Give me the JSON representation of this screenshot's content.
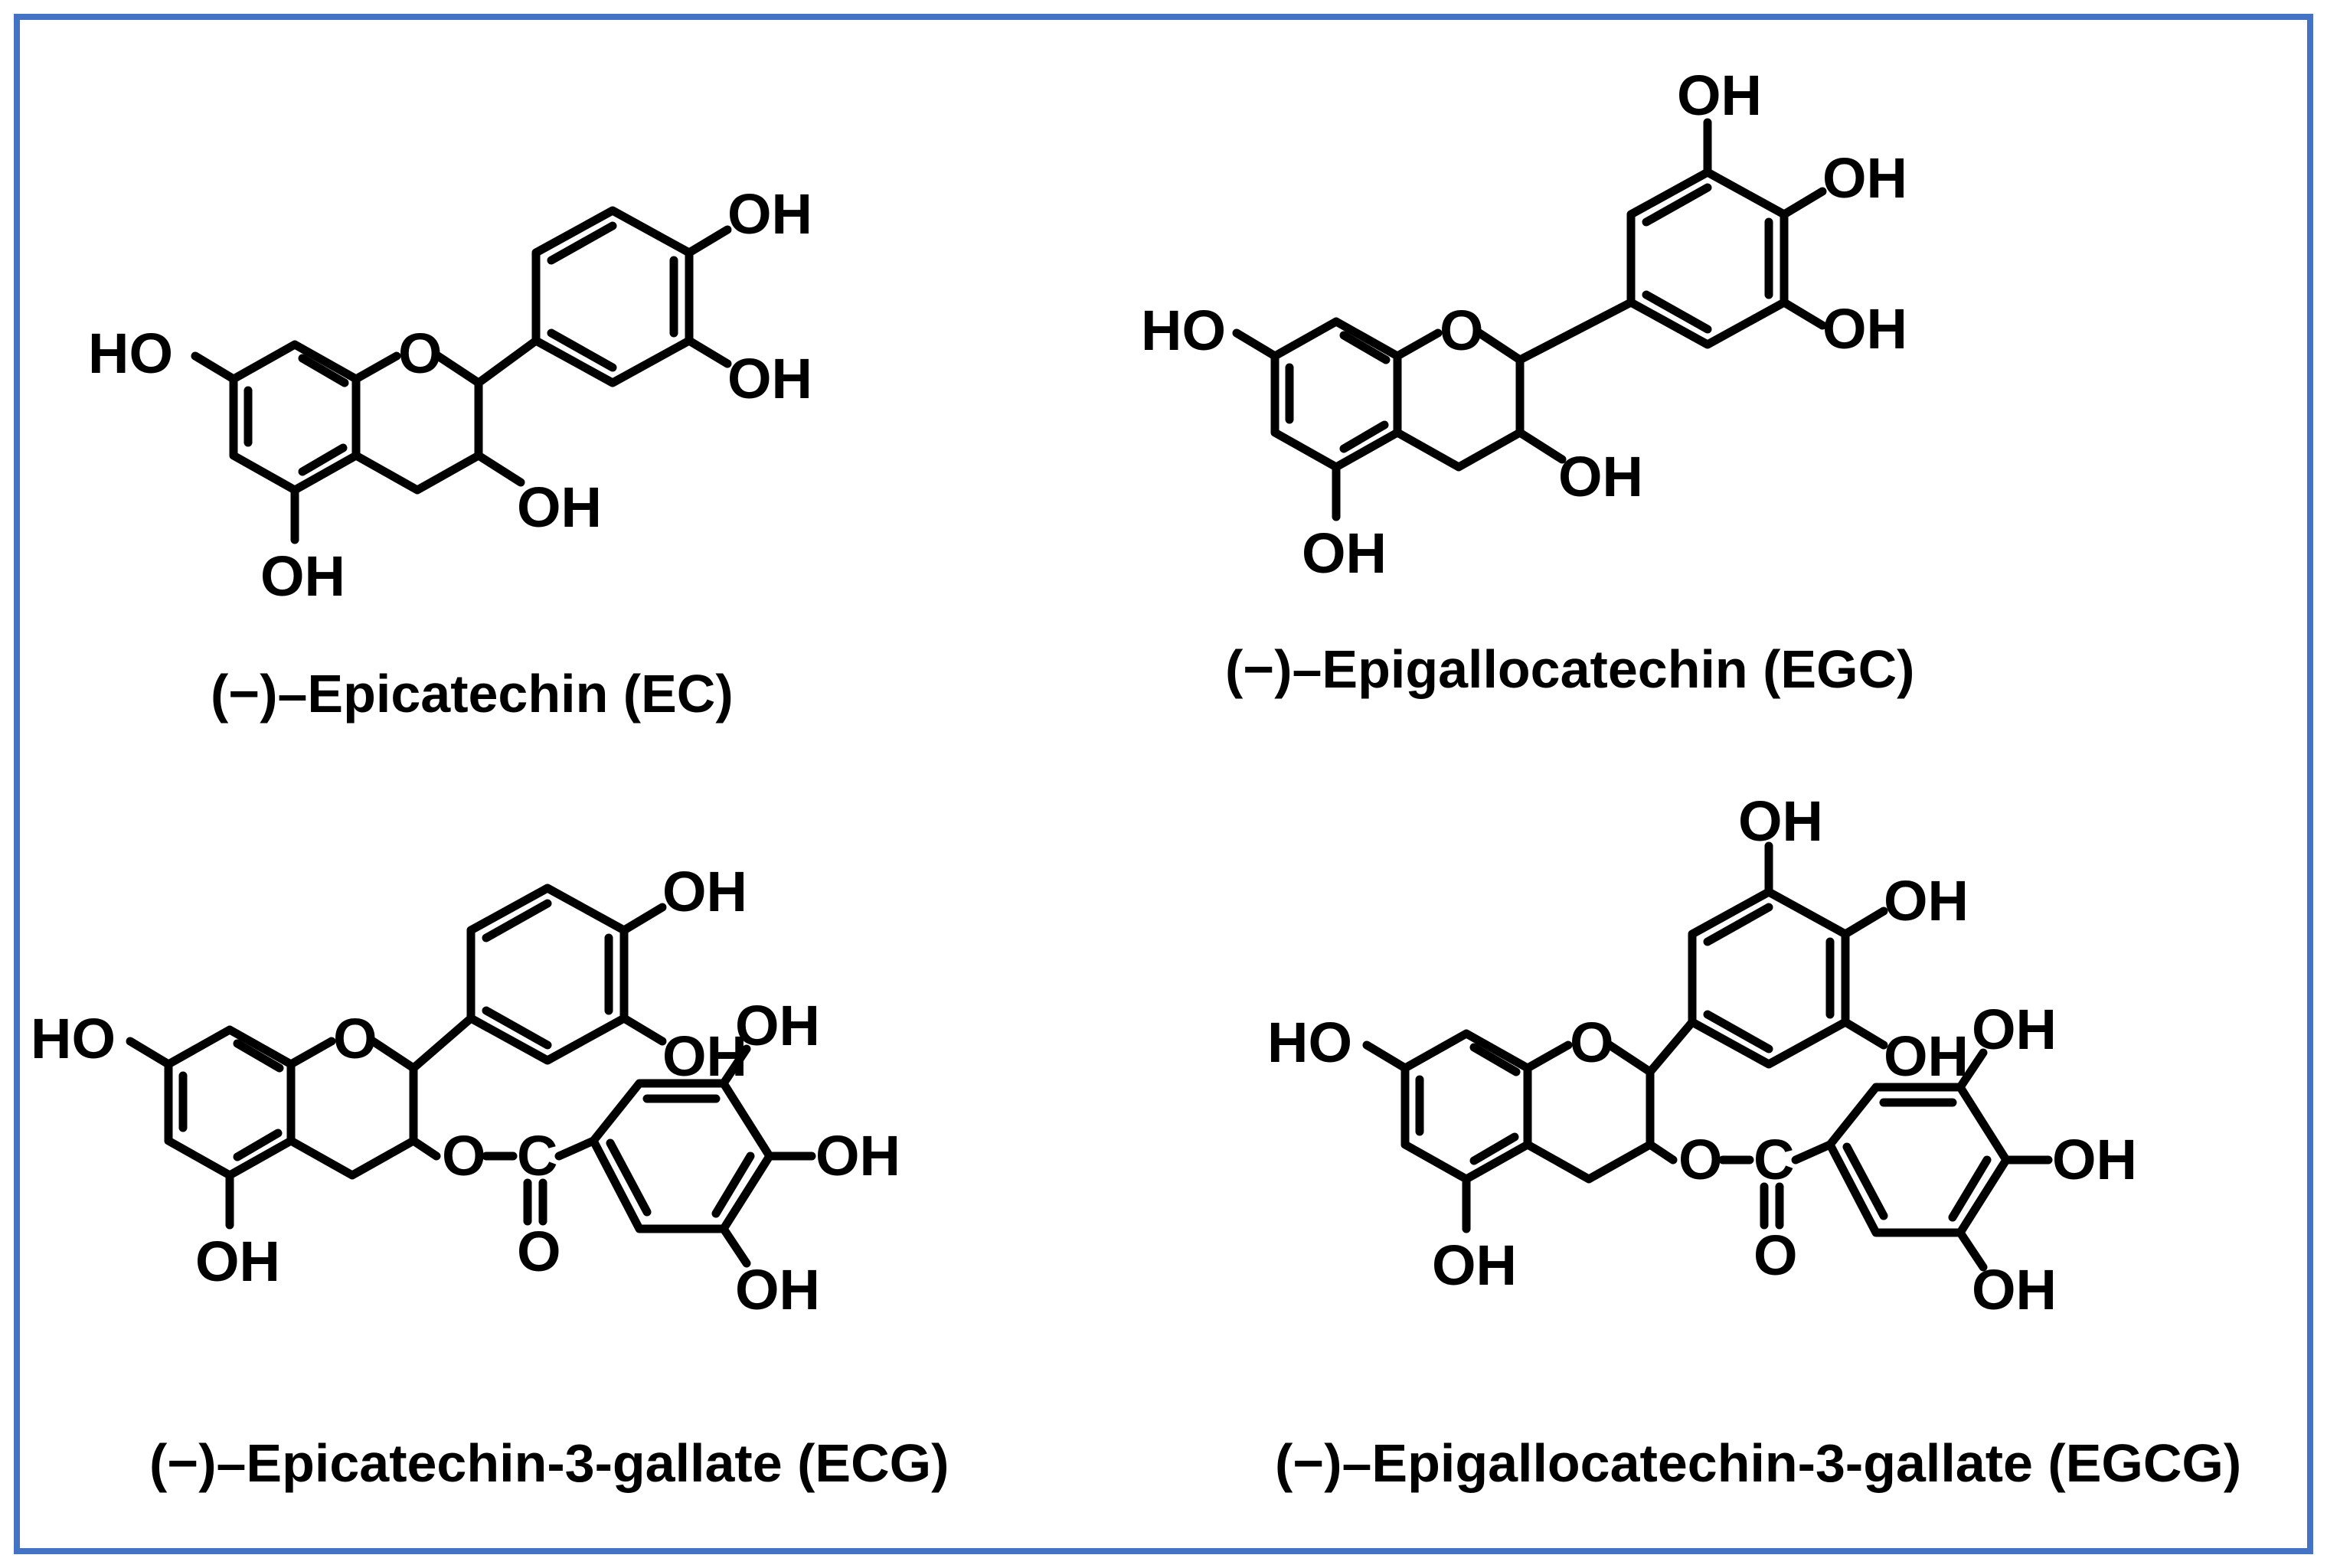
{
  "colors": {
    "border": "#4472C4",
    "ink": "#000000",
    "background": "#ffffff"
  },
  "compounds": [
    {
      "caption": "(−)–Epicatechin (EC)",
      "labels": {
        "ho7": "HO",
        "o1": "O",
        "oh5": "OH",
        "oh3": "OH",
        "oh3p": "OH",
        "oh4p": "OH"
      }
    },
    {
      "caption": "(−)–Epigallocatechin (EGC)",
      "labels": {
        "ho7": "HO",
        "o1": "O",
        "oh5": "OH",
        "oh3": "OH",
        "oh3p": "OH",
        "oh4p": "OH",
        "oh5p": "OH"
      }
    },
    {
      "caption": "(−)–Epicatechin-3-gallate (ECG)",
      "labels": {
        "ho7": "HO",
        "o1": "O",
        "oh5": "OH",
        "oh3p": "OH",
        "oh4p": "OH",
        "ester_o": "O",
        "ester_c": "C",
        "carbonyl_o": "O",
        "g3": "OH",
        "g4": "OH",
        "g5": "OH"
      }
    },
    {
      "caption": "(−)–Epigallocatechin-3-gallate (EGCG)",
      "labels": {
        "ho7": "HO",
        "o1": "O",
        "oh5": "OH",
        "oh3p": "OH",
        "oh4p": "OH",
        "oh5p": "OH",
        "ester_o": "O",
        "ester_c": "C",
        "carbonyl_o": "O",
        "g3": "OH",
        "g4": "OH",
        "g5": "OH"
      }
    }
  ]
}
